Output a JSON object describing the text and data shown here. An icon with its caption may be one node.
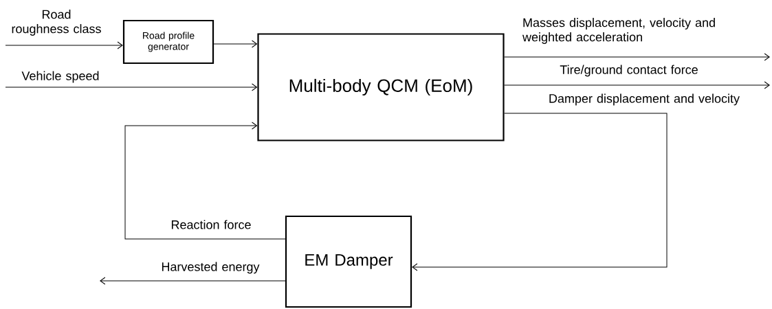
{
  "diagram": {
    "nodes": [
      {
        "text": [
          "Road profile generator"
        ]
      },
      {
        "text": [
          "Multi-body QCM (EoM)"
        ]
      },
      {
        "text": [
          "EM Damper"
        ]
      }
    ],
    "edges": [
      {
        "from": null,
        "to": 0,
        "arrow": "to",
        "label": "Road roughness class"
      },
      {
        "from": 0,
        "to": 1,
        "arrow": "to"
      },
      {
        "from": null,
        "to": 1,
        "arrow": "to",
        "label": "Vehicle speed"
      },
      {
        "from": 2,
        "to": 1,
        "arrow": "to",
        "label": "Reaction force"
      },
      {
        "from": 1,
        "to": null,
        "arrow": "to",
        "label": "Masses displacement, velocity and weighted acceleration"
      },
      {
        "from": 1,
        "to": null,
        "arrow": "to",
        "label": "Tire/ground contact force"
      },
      {
        "from": 1,
        "to": 2,
        "arrow": "to",
        "label": "Damper displacement and velocity"
      },
      {
        "from": 2,
        "to": null,
        "arrow": "to",
        "label": "Harvested energy"
      }
    ]
  }
}
